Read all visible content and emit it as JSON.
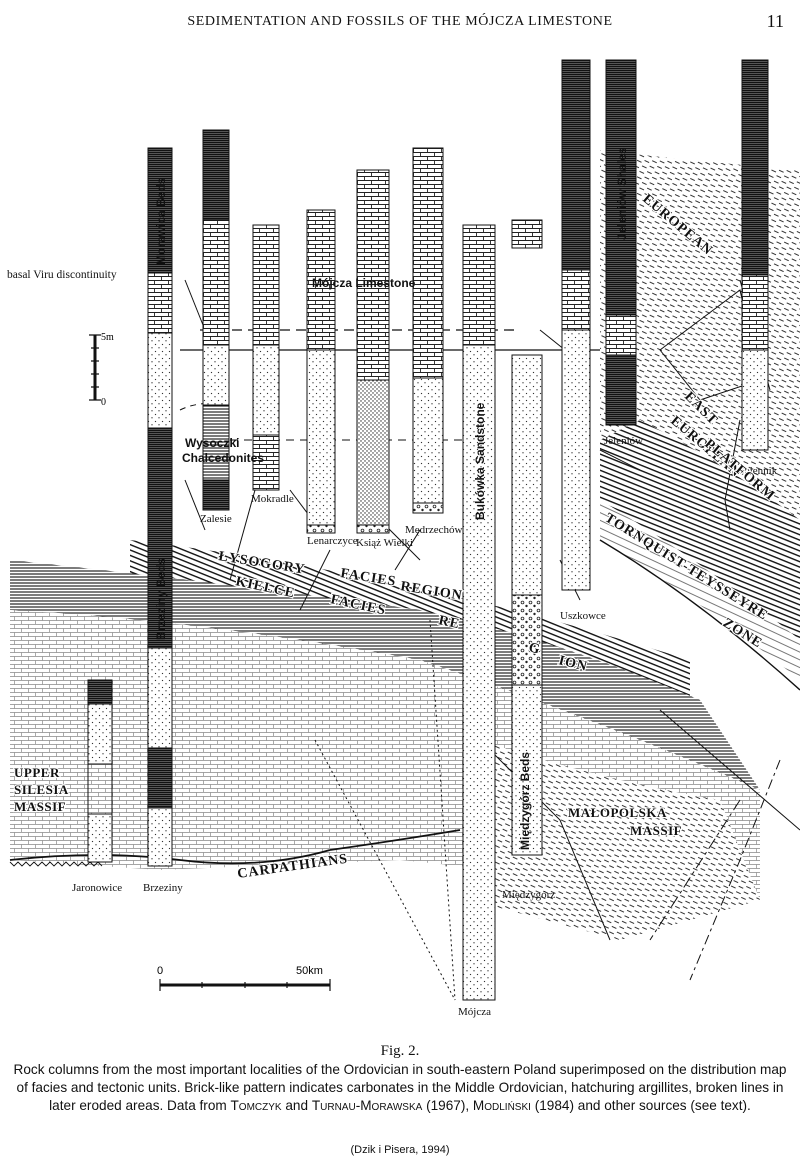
{
  "header": {
    "running_title": "SEDIMENTATION AND FOSSILS OF THE MÓJCZA LIMESTONE",
    "page_number": "11"
  },
  "figure": {
    "column_labels": {
      "morawica": "Morawica Beds",
      "brzeziny_beds": "Brzeziny Beds",
      "jeleniow_shales": "Jeleniów Shales",
      "bukowka": "Bukówka Sandstone",
      "miedzygorz_beds": "Międzygórz Beds",
      "mojcza_limestone": "Mójcza Limestone",
      "wysoczki": [
        "Wysoczki",
        "Chalcedonites"
      ],
      "basal_viru": "basal Viru discontinuity"
    },
    "localities": {
      "jaronowice": "Jaronowice",
      "brzeziny": "Brzeziny",
      "zalesie": "Zalesie",
      "mokradle": "Mokradle",
      "lenarczyce": "Lenarczyce",
      "ksiaz_wielki": "Książ Wielki",
      "medrzechow": "Mędrzechów",
      "uszkowce": "Uszkowce",
      "jeleniow": "Jeleniów",
      "lopiennik": "Łopiennik",
      "miedzygorz": "Międzygórz",
      "mojcza": "Mójcza"
    },
    "regions": {
      "lysogory": "ŁYSOGORY",
      "facies": "FACIES",
      "region": "REGION",
      "kielce": "KIELCE",
      "facies2": "FACIES",
      "re": "RE",
      "g": "G",
      "ion": "ION",
      "east": "EAST",
      "european": "EUROPEAN",
      "platform": "PLATFORM",
      "tornquist": "TORNQUIST-TEYSSEYRE",
      "zone": "ZONE",
      "upper": "UPPER",
      "silesia": "SILESIA",
      "massif": "MASSIF",
      "malopolska": "MAŁOPOLSKA",
      "massif2": "MASSIF",
      "carpathians": "CARPATHIANS"
    },
    "vertical_scale": {
      "top_label": "5m",
      "bottom_label": "0"
    },
    "map_scale": {
      "start_label": "0",
      "end_label": "50km"
    }
  },
  "caption": {
    "fig_label": "Fig. 2.",
    "text_1": "Rock columns from the most important localities of the Ordovician in south-eastern Poland superimposed on the distribution map of facies and tectonic units. Brick-like pattern indicates carbonates in the Middle Ordovician, hatchuring argillites, broken lines in later eroded areas. Data from ",
    "author_1": "Tomczyk",
    "and_1": " and ",
    "author_2": "Turnau-Morawska",
    "text_2": " (1967), ",
    "author_3": "Modliński",
    "text_3": " (1984) and other sources (see text).",
    "credit": "(Dzik i Pisera, 1994)"
  }
}
